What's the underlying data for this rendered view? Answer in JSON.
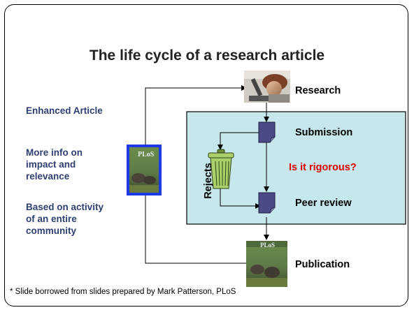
{
  "slide": {
    "title": "The life cycle of a research article",
    "left_notes": [
      "Enhanced Article",
      "More info on impact and relevance",
      "Based on activity of an entire community"
    ],
    "stages": {
      "research": "Research",
      "submission": "Submission",
      "question": "Is it rigorous?",
      "peer_review": "Peer review",
      "publication": "Publication",
      "rejects": "Rejects"
    },
    "footnote": "* Slide borrowed from  slides prepared by Mark Patterson, PLoS",
    "journal_masthead": "PLoS",
    "colors": {
      "panel_fill": "#c6e8ec",
      "doc_fill": "#4b4a86",
      "note_text": "#2e3f72",
      "question_text": "#e00000",
      "cover_border": "#1a3be6",
      "trash_fill": "#a9d06a"
    },
    "icons": [
      "microscope-photo",
      "document-icon",
      "trash-can-icon",
      "journal-cover-image"
    ]
  }
}
